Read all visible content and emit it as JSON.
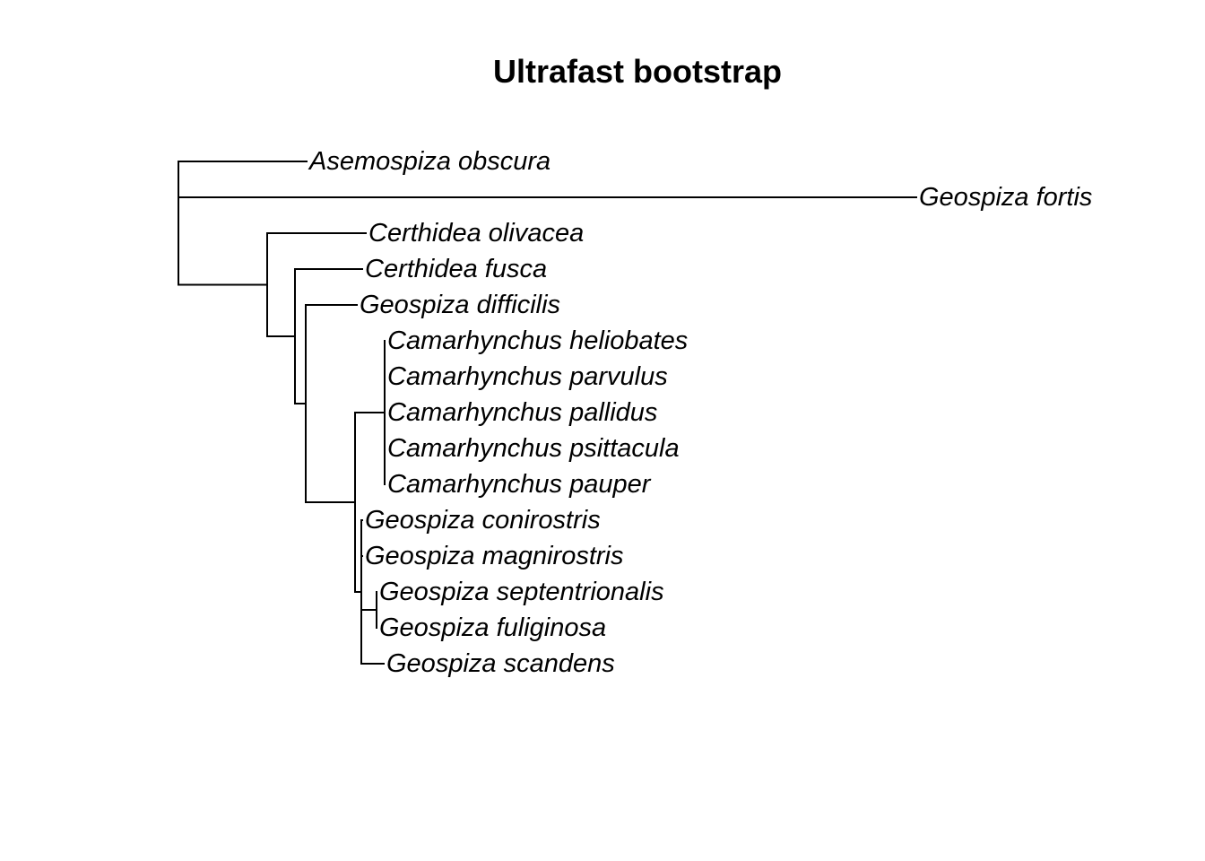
{
  "title": "Ultrafast bootstrap",
  "tree": {
    "tips": [
      {
        "id": "t1",
        "label": "Asemospiza obscura"
      },
      {
        "id": "t2",
        "label": "Geospiza fortis"
      },
      {
        "id": "t3",
        "label": "Certhidea olivacea"
      },
      {
        "id": "t4",
        "label": "Certhidea fusca"
      },
      {
        "id": "t5",
        "label": "Geospiza difficilis"
      },
      {
        "id": "t6",
        "label": "Camarhynchus heliobates"
      },
      {
        "id": "t7",
        "label": "Camarhynchus parvulus"
      },
      {
        "id": "t8",
        "label": "Camarhynchus pallidus"
      },
      {
        "id": "t9",
        "label": "Camarhynchus psittacula"
      },
      {
        "id": "t10",
        "label": "Camarhynchus pauper"
      },
      {
        "id": "t11",
        "label": "Geospiza conirostris"
      },
      {
        "id": "t12",
        "label": "Geospiza magnirostris"
      },
      {
        "id": "t13",
        "label": "Geospiza septentrionalis"
      },
      {
        "id": "t14",
        "label": "Geospiza fuliginosa"
      },
      {
        "id": "t15",
        "label": "Geospiza scandens"
      }
    ]
  },
  "colors": {
    "line": "#000000",
    "text": "#000000",
    "background": "#ffffff"
  }
}
